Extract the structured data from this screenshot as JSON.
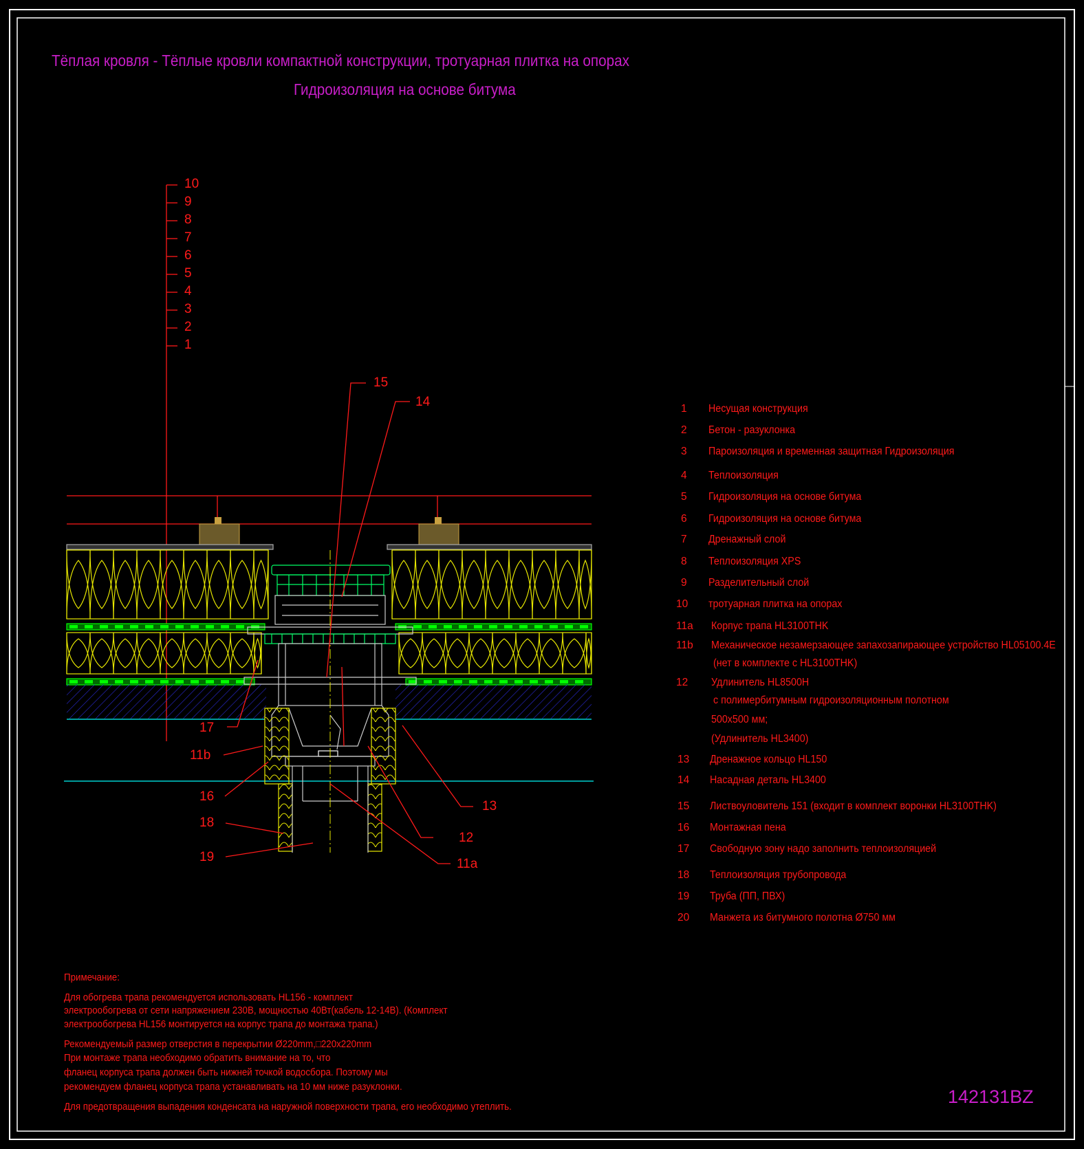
{
  "title": {
    "line1": "Тёплая кровля - Тёплые кровли компактной конструкции, тротуарная плитка на опорах",
    "line2": "Гидроизоляция на основе битума"
  },
  "layer_numbers": [
    "10",
    "9",
    "8",
    "7",
    "6",
    "5",
    "4",
    "3",
    "2",
    "1"
  ],
  "callouts": {
    "c15": "15",
    "c14": "14",
    "c17": "17",
    "c11b": "11b",
    "c16": "16",
    "c18": "18",
    "c19": "19",
    "c13": "13",
    "c12": "12",
    "c11a": "11a"
  },
  "legend": [
    {
      "num": "1",
      "text": "Несущая конструкция"
    },
    {
      "num": "2",
      "text": "Бетон - разуклонка"
    },
    {
      "num": "3",
      "text": "Пароизоляция и временная защитная Гидроизоляция"
    },
    {
      "num": "4",
      "text": "Теплоизоляция"
    },
    {
      "num": "5",
      "text": "Гидроизоляция на основе битума"
    },
    {
      "num": "6",
      "text": "Гидроизоляция на основе битума"
    },
    {
      "num": "7",
      "text": "Дренажный слой"
    },
    {
      "num": "8",
      "text": "Теплоизоляция XPS"
    },
    {
      "num": "9",
      "text": "Разделительный слой"
    },
    {
      "num": "10",
      "text": "тротуарная плитка на опорах"
    },
    {
      "num": "11a",
      "text": "Корпус трапа HL3100THK"
    },
    {
      "num": "11b",
      "text": "Механическое незамерзающее запахозапирающее устройство HL05100.4E"
    },
    {
      "num": "",
      "text": "(нет в комплекте с HL3100THK)"
    },
    {
      "num": "12",
      "text": "Удлинитель HL8500H"
    },
    {
      "num": "",
      "text": "с полимербитумным гидроизоляционным полотном"
    },
    {
      "num": "",
      "text": "500x500 мм;"
    },
    {
      "num": "",
      "text": "(Удлинитель HL3400)"
    },
    {
      "num": "13",
      "text": "Дренажное кольцо HL150"
    },
    {
      "num": "14",
      "text": "Насадная деталь HL3400"
    },
    {
      "num": "15",
      "text": "Листвоуловитель 151 (входит в комплект воронки HL3100THK)"
    },
    {
      "num": "16",
      "text": "Монтажная пена"
    },
    {
      "num": "17",
      "text": "Свободную зону надо заполнить теплоизоляцией"
    },
    {
      "num": "18",
      "text": "Теплоизоляция трубопровода"
    },
    {
      "num": "19",
      "text": "Труба (ПП, ПВХ)"
    },
    {
      "num": "20",
      "text": "Манжета из битумного полотна Ø750 мм"
    }
  ],
  "notes": {
    "heading": "Примечание:",
    "p1": [
      "Для обогрева трапа рекомендуется использовать HL156 - комплект",
      "электрообогрева от сети напряжением 230В, мощностью 40Вт(кабель 12-14В). (Комплект",
      "электрообогрева HL156 монтируется на корпус трапа до монтажа трапа.)"
    ],
    "p2": [
      "Рекомендуемый размер отверстия в перекрытии Ø220mm,□220x220mm",
      "При монтаже трапа необходимо обратить внимание на то, что",
      "фланец корпуса трапа должен быть нижней точкой водосбора. Поэтому мы",
      "рекомендуем фланец корпуса трапа устанавливать на 10 мм ниже разуклонки."
    ],
    "p3": "Для предотвращения выпадения конденсата на наружной поверхности трапа, его необходимо утеплить."
  },
  "drawing_code": "142131BZ",
  "colors": {
    "background": "#000000",
    "title": "#c81ec8",
    "text": "#ff1a1a",
    "insulation": "#e8e800",
    "membrane": "#00ff00",
    "concrete_hatch": "#2a2ad8",
    "slab_line": "#00d0d0",
    "frame": "#ffffff"
  }
}
